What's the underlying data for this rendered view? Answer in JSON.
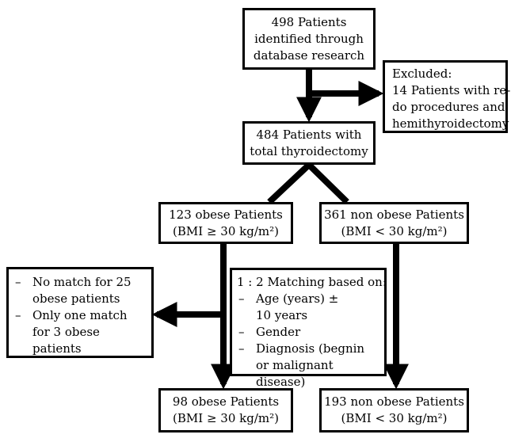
{
  "boxes": {
    "identified": {
      "lines": [
        "498 Patients",
        "identified through",
        "database research"
      ]
    },
    "excluded": {
      "lines": [
        "Excluded:",
        "14 Patients with re-",
        "do procedures and",
        "hemithyroidectomy"
      ]
    },
    "total": {
      "lines": [
        "484 Patients with",
        "total thyroidectomy"
      ]
    },
    "obese": {
      "lines": [
        "123 obese Patients",
        "(BMI ≥ 30 kg/m²)"
      ]
    },
    "non_obese": {
      "lines": [
        "361 non obese Patients",
        "(BMI < 30 kg/m²)"
      ]
    },
    "unmatched": {
      "items": [
        "No match for 25 obese patients",
        "Only one match for 3 obese patients"
      ]
    },
    "matching": {
      "heading": "1 : 2 Matching based on:",
      "items": [
        "Age (years) ± 10 years",
        "Gender",
        "Diagnosis (begnin or malignant disease)"
      ]
    },
    "obese_final": {
      "lines": [
        "98 obese Patients",
        "(BMI ≥ 30 kg/m²)"
      ]
    },
    "non_obese_final": {
      "lines": [
        "193 non obese Patients",
        "(BMI < 30 kg/m²)"
      ]
    }
  }
}
